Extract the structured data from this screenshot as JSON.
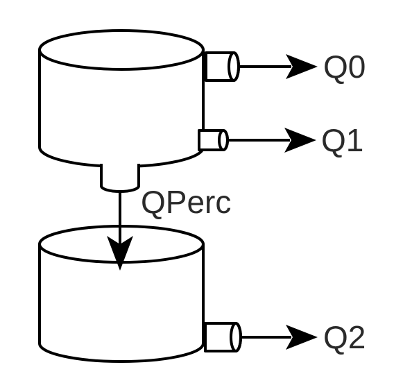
{
  "labels": {
    "q0": "Q0",
    "q1": "Q1",
    "q2": "Q2",
    "qperc": "QPerc"
  },
  "colors": {
    "stroke": "#000000",
    "text": "#2a2a2a",
    "background": "#ffffff"
  }
}
